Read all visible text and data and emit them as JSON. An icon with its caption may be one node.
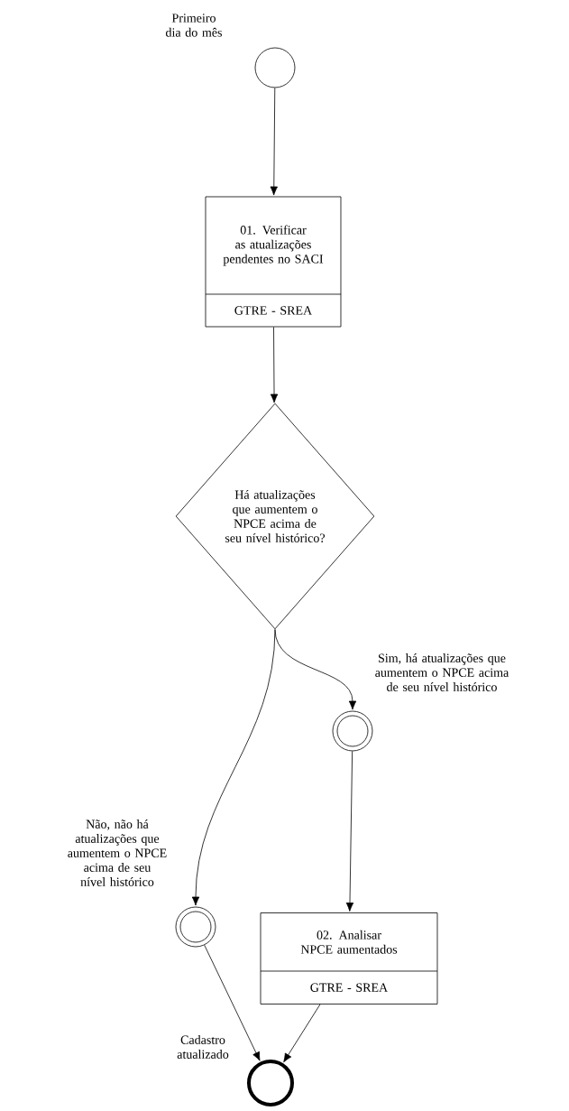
{
  "diagram": {
    "nodes": [
      {
        "text": [],
        "shape": "circle",
        "beside": [
          "Primeiro dia do mês"
        ]
      },
      {
        "text": [
          "01. Verificar as atualizações pendentes no SACI",
          "GTRE - SREA"
        ]
      },
      {
        "text": [
          "Há atualizações que aumentem o NPCE acima de seu nível histórico?"
        ]
      },
      {
        "text": [],
        "shape": "circle",
        "beside": [
          "Sim, há atualizações que aumentem o NPCE acima de seu nível histórico"
        ]
      },
      {
        "text": [],
        "shape": "circle",
        "beside": [
          "Não, não há atualizações que aumentem o NPCE acima de seu nível histórico"
        ]
      },
      {
        "text": [
          "02. Analisar NPCE aumentados",
          "GTRE - SREA"
        ]
      },
      {
        "text": [],
        "shape": "circle",
        "beside": [
          "Cadastro atualizado"
        ]
      }
    ],
    "edges": [
      {
        "from": 0,
        "to": 1,
        "arrow": "to"
      },
      {
        "from": 1,
        "to": 2,
        "arrow": "to"
      },
      {
        "from": 2,
        "to": 3,
        "arrow": "to"
      },
      {
        "from": 2,
        "to": 4,
        "arrow": "to"
      },
      {
        "from": 3,
        "to": 5,
        "arrow": "to"
      },
      {
        "from": 4,
        "to": 6,
        "arrow": "to"
      },
      {
        "from": 5,
        "to": 6,
        "arrow": "to"
      }
    ]
  }
}
